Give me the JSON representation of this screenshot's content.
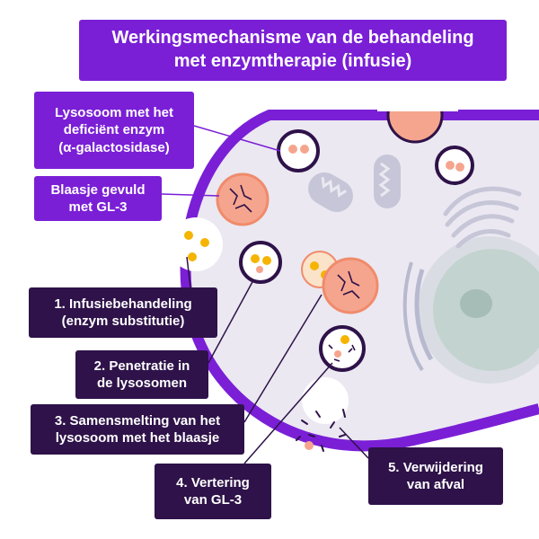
{
  "title": {
    "line1": "Werkingsmechanisme van de behandeling",
    "line2": "met enzymtherapie (infusie)"
  },
  "labels": {
    "lysosome": {
      "line1": "Lysosoom met het",
      "line2": "deficiënt enzym",
      "line3": "(α-galactosidase)"
    },
    "vesicle": {
      "line1": "Blaasje gevuld",
      "line2": "met GL-3"
    }
  },
  "steps": [
    {
      "line1": "1. Infusiebehandeling",
      "line2": "(enzym substitutie)"
    },
    {
      "line1": "2. Penetratie in",
      "line2": "de lysosomen"
    },
    {
      "line1": "3. Samensmelting van het",
      "line2": "lysosoom met het blaasje"
    },
    {
      "line1": "4. Vertering",
      "line2": "van GL-3"
    },
    {
      "line1": "5. Verwijdering",
      "line2": "van afval"
    }
  ],
  "colors": {
    "purple": "#7a1fd6",
    "dark_purple": "#2e1249",
    "cell_background": "#ebe8f1",
    "cell_membrane": "#7a1fd6",
    "enzyme": "#f5b400",
    "vesicle_fill": "#f5a58e",
    "organelle_grey": "#c6c6d8",
    "nucleus": "#c3d3cf"
  }
}
